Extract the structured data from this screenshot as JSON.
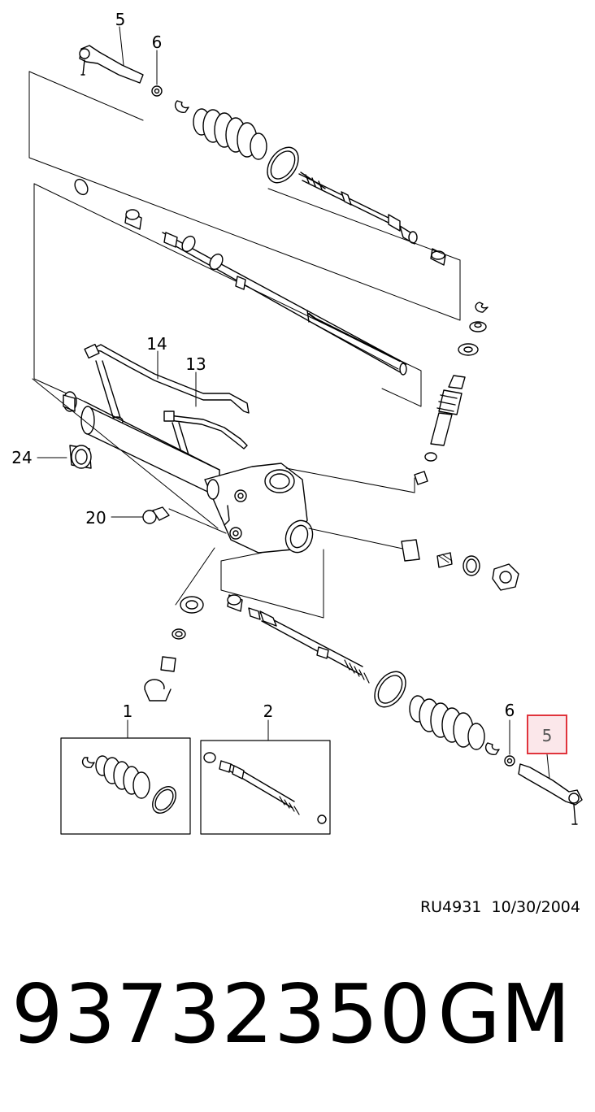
{
  "diagram": {
    "callouts": {
      "top_tie_rod_end": "5",
      "top_nut": "6",
      "pipe_14": "14",
      "pipe_13": "13",
      "bushing": "24",
      "fitting": "20",
      "boot_kit": "1",
      "inner_tie_rod": "2",
      "bottom_nut": "6",
      "highlighted_tie_rod_end": "5"
    },
    "reference": "RU4931  10/30/2004"
  },
  "footer": {
    "part_number": "93732350",
    "brand": "GM"
  },
  "colors": {
    "highlight_border": "#e0343c",
    "highlight_fill": "#fbe7ea"
  }
}
